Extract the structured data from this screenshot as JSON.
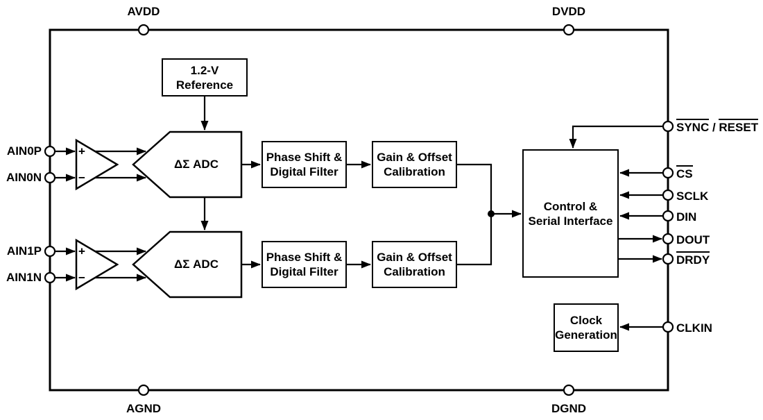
{
  "pins": {
    "power": {
      "avdd": "AVDD",
      "dvdd": "DVDD",
      "agnd": "AGND",
      "dgnd": "DGND"
    },
    "analog_inputs": {
      "ain0p": "AIN0P",
      "ain0n": "AIN0N",
      "ain1p": "AIN1P",
      "ain1n": "AIN1N"
    },
    "digital": {
      "sync": "SYNC",
      "sync_separator": " / ",
      "reset": "RESET",
      "cs": "CS",
      "sclk": "SCLK",
      "din": "DIN",
      "dout": "DOUT",
      "drdy": "DRDY",
      "clkin": "CLKIN"
    }
  },
  "blocks": {
    "reference": {
      "label": "1.2-V\nReference"
    },
    "adc_ch0": {
      "label": "ΔΣ ADC"
    },
    "adc_ch1": {
      "label": "ΔΣ ADC"
    },
    "phase_filter_ch0": {
      "label": "Phase Shift &\nDigital Filter"
    },
    "phase_filter_ch1": {
      "label": "Phase Shift &\nDigital Filter"
    },
    "gain_cal_ch0": {
      "label": "Gain & Offset\nCalibration"
    },
    "gain_cal_ch1": {
      "label": "Gain & Offset\nCalibration"
    },
    "control": {
      "label": "Control &\nSerial Interface"
    },
    "clock": {
      "label": "Clock\nGeneration"
    }
  },
  "amplifiers": {
    "ch0": {
      "plus": "+",
      "minus": "−"
    },
    "ch1": {
      "plus": "+",
      "minus": "−"
    }
  },
  "colors": {
    "line": "#000000",
    "background": "#ffffff",
    "text": "#000000"
  }
}
